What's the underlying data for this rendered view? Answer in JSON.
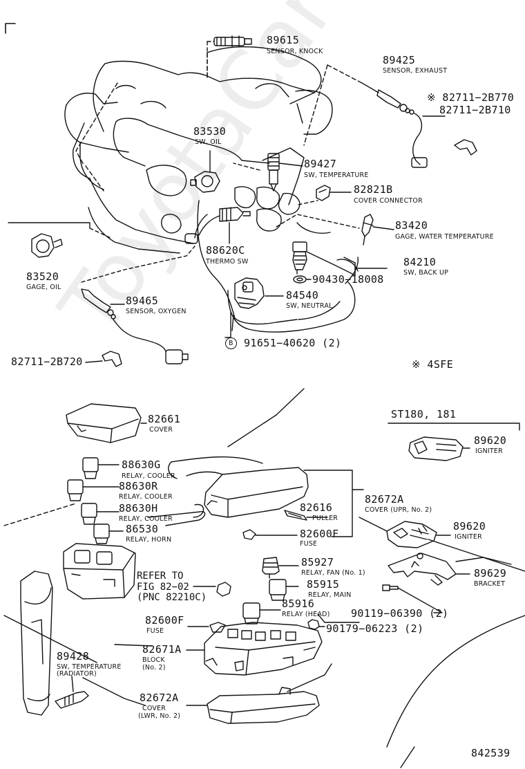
{
  "watermark": "ToyotaCarWire.ru",
  "figure_number": "842539",
  "variant_note": "※ 4SFE",
  "variant_group": "ST180, 181",
  "callouts": [
    {
      "id": "knock",
      "num": "89615",
      "desc": "SENSOR, KNOCK"
    },
    {
      "id": "exhaust",
      "num": "89425",
      "desc": "SENSOR, EXHAUST"
    },
    {
      "id": "clip-exh-a",
      "num": "※ 82711−2B770",
      "desc": ""
    },
    {
      "id": "clip-exh-b",
      "num": "82711−2B710",
      "desc": ""
    },
    {
      "id": "oil-sw",
      "num": "83530",
      "desc": "SW, OIL"
    },
    {
      "id": "temp-sw",
      "num": "89427",
      "desc": "SW, TEMPERATURE"
    },
    {
      "id": "cover-conn",
      "num": "82821B",
      "desc": "COVER CONNECTOR"
    },
    {
      "id": "gage-water",
      "num": "83420",
      "desc": "GAGE, WATER TEMPERATURE"
    },
    {
      "id": "gage-oil",
      "num": "83520",
      "desc": "GAGE, OIL"
    },
    {
      "id": "thermo",
      "num": "88620C",
      "desc": "THERMO SW"
    },
    {
      "id": "backup",
      "num": "84210",
      "desc": "SW, BACK UP"
    },
    {
      "id": "gasket",
      "num": "90430−18008",
      "desc": ""
    },
    {
      "id": "oxygen",
      "num": "89465",
      "desc": "SENSOR, OXYGEN"
    },
    {
      "id": "neutral",
      "num": "84540",
      "desc": "SW, NEUTRAL"
    },
    {
      "id": "bolt",
      "num": "91651−40620 (2)",
      "desc": "",
      "badge": "B"
    },
    {
      "id": "clip-o2",
      "num": "82711−2B720",
      "desc": ""
    },
    {
      "id": "cover-top",
      "num": "82661",
      "desc": "COVER"
    },
    {
      "id": "igniter-a",
      "num": "89620",
      "desc": "IGNITER"
    },
    {
      "id": "relay-g",
      "num": "88630G",
      "desc": "RELAY, COOLER"
    },
    {
      "id": "relay-r",
      "num": "88630R",
      "desc": "RELAY, COOLER"
    },
    {
      "id": "relay-h",
      "num": "88630H",
      "desc": "RELAY, COOLER"
    },
    {
      "id": "relay-horn",
      "num": "86530",
      "desc": "RELAY, HORN"
    },
    {
      "id": "puller",
      "num": "82616",
      "desc": "PULLER"
    },
    {
      "id": "cover-upr",
      "num": "82672A",
      "desc": "COVER (UPR, No. 2)"
    },
    {
      "id": "fuse-a",
      "num": "82600F",
      "desc": "FUSE"
    },
    {
      "id": "igniter-b",
      "num": "89620",
      "desc": "IGNITER"
    },
    {
      "id": "relay-fan",
      "num": "85927",
      "desc": "RELAY, FAN (No. 1)"
    },
    {
      "id": "bracket",
      "num": "89629",
      "desc": "BRACKET"
    },
    {
      "id": "relay-main",
      "num": "85915",
      "desc": "RELAY, MAIN"
    },
    {
      "id": "relay-head",
      "num": "85916",
      "desc": "RELAY (HEAD)"
    },
    {
      "id": "screw",
      "num": "90119−06390 (2)",
      "desc": ""
    },
    {
      "id": "nut",
      "num": "90179−06223 (2)",
      "desc": ""
    },
    {
      "id": "fuse-b",
      "num": "82600F",
      "desc": "FUSE"
    },
    {
      "id": "block",
      "num": "82671A",
      "desc": "BLOCK",
      "desc2": "(No. 2)"
    },
    {
      "id": "temp-rad",
      "num": "89428",
      "desc": "SW, TEMPERATURE",
      "desc2": "(RADIATOR)"
    },
    {
      "id": "cover-lwr",
      "num": "82672A",
      "desc": "COVER",
      "desc2": "(LWR, No. 2)"
    }
  ],
  "refer": {
    "line1": "REFER TO",
    "line2": "FIG 82−02",
    "line3": "(PNC 82210C)"
  }
}
